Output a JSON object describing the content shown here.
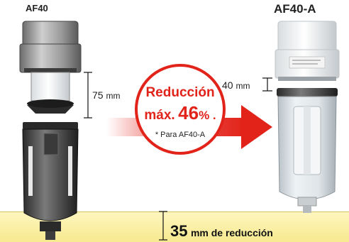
{
  "left_product": {
    "title": "AF40"
  },
  "right_product": {
    "title": "AF40-A"
  },
  "left_dimension": {
    "value": "75",
    "unit": "mm"
  },
  "right_dimension": {
    "value": "40",
    "unit": "mm"
  },
  "callout": {
    "line1": "Reducción",
    "line2_prefix": "máx.",
    "percent": "46",
    "percent_suffix": "% .",
    "note": "Para AF40-A",
    "accent_color": "#e2231a"
  },
  "bottom_band": {
    "value": "35",
    "text": "mm de reducción",
    "color": "#f6e98f"
  }
}
